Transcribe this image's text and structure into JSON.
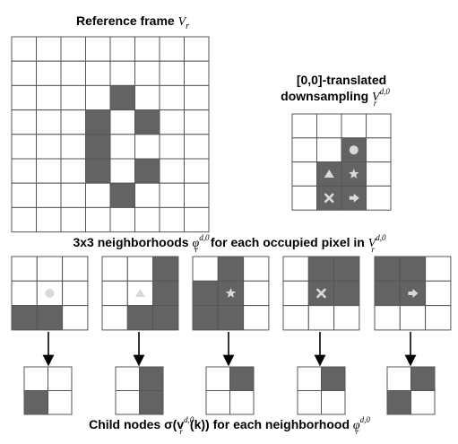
{
  "colors": {
    "filled": "#636363",
    "empty": "#ffffff",
    "grid_line": "#555555",
    "symbol": "#d9d9d9",
    "arrow": "#000000"
  },
  "reference_frame": {
    "title_text": "Reference frame ",
    "title_var": "V",
    "title_sub": "r",
    "rows": 8,
    "cols": 8,
    "filled": [
      [
        2,
        4
      ],
      [
        3,
        3
      ],
      [
        3,
        5
      ],
      [
        4,
        3
      ],
      [
        5,
        3
      ],
      [
        5,
        5
      ],
      [
        6,
        4
      ]
    ]
  },
  "downsampled": {
    "title_line1": "[0,0]-translated",
    "title_line2_text": "downsampling ",
    "title_var": "V",
    "title_sup": "d,0",
    "title_sub": "r",
    "rows": 4,
    "cols": 4,
    "filled": [
      [
        1,
        2
      ],
      [
        2,
        1
      ],
      [
        2,
        2
      ],
      [
        3,
        1
      ],
      [
        3,
        2
      ]
    ],
    "symbols": [
      {
        "row": 1,
        "col": 2,
        "icon": "circle-icon"
      },
      {
        "row": 2,
        "col": 1,
        "icon": "triangle-icon"
      },
      {
        "row": 2,
        "col": 2,
        "icon": "star-icon"
      },
      {
        "row": 3,
        "col": 1,
        "icon": "cross-icon"
      },
      {
        "row": 3,
        "col": 2,
        "icon": "arrow-right-icon"
      }
    ]
  },
  "neighborhood_caption": {
    "text1": "3x3 neighborhoods ",
    "var": "φ",
    "sup": "d,0",
    "sub": "r",
    "text2": " for each occupied pixel in ",
    "var2": "V",
    "sup2": "d,0",
    "sub2": "r"
  },
  "neighborhoods": [
    {
      "icon": "circle-icon",
      "filled": [
        [
          2,
          0
        ],
        [
          2,
          1
        ]
      ]
    },
    {
      "icon": "triangle-icon",
      "filled": [
        [
          0,
          2
        ],
        [
          1,
          2
        ],
        [
          2,
          1
        ],
        [
          2,
          2
        ]
      ]
    },
    {
      "icon": "star-icon",
      "filled": [
        [
          0,
          1
        ],
        [
          1,
          0
        ],
        [
          1,
          1
        ],
        [
          2,
          0
        ],
        [
          2,
          1
        ]
      ]
    },
    {
      "icon": "cross-icon",
      "filled": [
        [
          0,
          1
        ],
        [
          0,
          2
        ],
        [
          1,
          1
        ],
        [
          1,
          2
        ]
      ]
    },
    {
      "icon": "arrow-right-icon",
      "filled": [
        [
          0,
          0
        ],
        [
          0,
          1
        ],
        [
          1,
          0
        ],
        [
          1,
          1
        ]
      ]
    }
  ],
  "children": [
    {
      "filled": [
        [
          1,
          0
        ]
      ]
    },
    {
      "filled": [
        [
          0,
          1
        ],
        [
          1,
          1
        ]
      ]
    },
    {
      "filled": [
        [
          0,
          1
        ]
      ]
    },
    {
      "filled": [
        [
          0,
          1
        ]
      ]
    },
    {
      "filled": [
        [
          0,
          1
        ],
        [
          1,
          0
        ]
      ]
    }
  ],
  "child_caption": {
    "text1": "Child nodes σ(",
    "bold_v": "v",
    "sup": "d,0",
    "sub": "r",
    "text2": "(",
    "bold_k": "k",
    "text3": ")) for each neighborhood ",
    "var": "φ",
    "sup2": "d,0",
    "sub2": "r"
  }
}
